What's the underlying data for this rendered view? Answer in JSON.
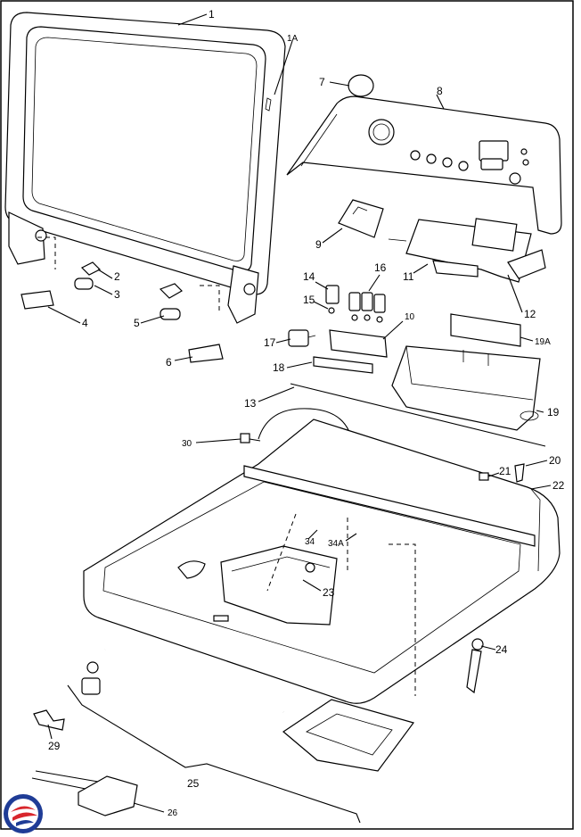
{
  "callouts": [
    {
      "id": "c1",
      "text": "1"
    },
    {
      "id": "c1A",
      "text": "1A"
    },
    {
      "id": "c2",
      "text": "2"
    },
    {
      "id": "c3",
      "text": "3"
    },
    {
      "id": "c4",
      "text": "4"
    },
    {
      "id": "c5",
      "text": "5"
    },
    {
      "id": "c6",
      "text": "6"
    },
    {
      "id": "c7",
      "text": "7"
    },
    {
      "id": "c8",
      "text": "8"
    },
    {
      "id": "c9",
      "text": "9"
    },
    {
      "id": "c10",
      "text": "10"
    },
    {
      "id": "c11",
      "text": "11"
    },
    {
      "id": "c12",
      "text": "12"
    },
    {
      "id": "c13",
      "text": "13"
    },
    {
      "id": "c14",
      "text": "14"
    },
    {
      "id": "c15",
      "text": "15"
    },
    {
      "id": "c16",
      "text": "16"
    },
    {
      "id": "c17",
      "text": "17"
    },
    {
      "id": "c18",
      "text": "18"
    },
    {
      "id": "c19",
      "text": "19"
    },
    {
      "id": "c19A",
      "text": "19A"
    },
    {
      "id": "c20",
      "text": "20"
    },
    {
      "id": "c21",
      "text": "21"
    },
    {
      "id": "c22",
      "text": "22"
    },
    {
      "id": "c23",
      "text": "23"
    },
    {
      "id": "c24",
      "text": "24"
    },
    {
      "id": "c25",
      "text": "25"
    },
    {
      "id": "c26",
      "text": "26"
    },
    {
      "id": "c29",
      "text": "29"
    },
    {
      "id": "c30",
      "text": "30"
    },
    {
      "id": "c34",
      "text": "34"
    },
    {
      "id": "c34A",
      "text": "34A"
    }
  ],
  "colors": {
    "line": "#000000",
    "background": "#ffffff",
    "logo_blue": "#1f3c96",
    "logo_red": "#d8262c"
  },
  "logo": {
    "icon": "brand-swirl-logo-icon"
  }
}
